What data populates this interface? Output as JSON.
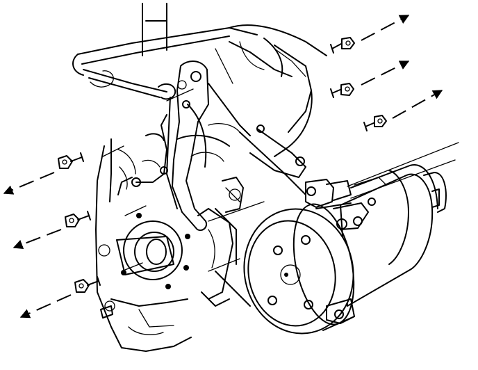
{
  "figure": {
    "kind": "exploded-view line drawing",
    "ink_color": "#000000",
    "background_color": "#ffffff",
    "parts": [
      "engine-block",
      "compressor-bracket",
      "a-c-compressor",
      "mounting-bolts",
      "removal-arrows"
    ],
    "removal_arrow_count": 6,
    "bolt_count": 6
  }
}
